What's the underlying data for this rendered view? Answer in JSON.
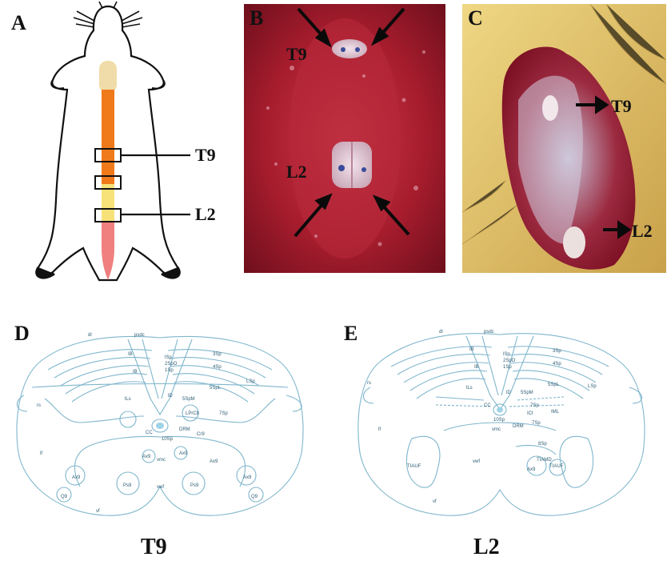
{
  "panels": {
    "a": {
      "letter": "A",
      "labels": [
        "T9",
        "L2"
      ]
    },
    "b": {
      "letter": "B",
      "labels": [
        "T9",
        "L2"
      ]
    },
    "c": {
      "letter": "C",
      "labels": [
        "T9",
        "L2"
      ]
    },
    "d": {
      "letter": "D",
      "caption": "T9"
    },
    "e": {
      "letter": "E",
      "caption": "L2"
    }
  },
  "atlas_t9": {
    "labels": [
      "dl",
      "psdc",
      "lSp",
      "2SpO",
      "1Sp",
      "3Sp",
      "4Sp",
      "5SpL",
      "LSp",
      "IB",
      "IB",
      "lLs",
      "lD",
      "5SpM",
      "LPrCb",
      "7Sp",
      "CC",
      "10Sp",
      "DRM",
      "Cr9",
      "Ax9",
      "Ax9",
      "Ps9",
      "Ax9",
      "Ps9",
      "Ax9",
      "Ax9",
      "Q9",
      "Q9",
      "vmc",
      "vwf",
      "lf",
      "vf",
      "rs"
    ]
  },
  "atlas_l2": {
    "labels": [
      "dl",
      "psdc",
      "lSp",
      "2SpO",
      "1Sp",
      "3Sp",
      "4Sp",
      "5SpL",
      "LSp",
      "IB",
      "IB",
      "lLs",
      "lD",
      "5SpM",
      "7Sp",
      "10Sp",
      "CC",
      "ICl",
      "IML",
      "DRM",
      "8Sp",
      "7Sp",
      "TIAMD",
      "TIAUF",
      "TIAUF",
      "Ax9",
      "vmc",
      "vwf",
      "lf",
      "vf",
      "rs"
    ]
  },
  "colors": {
    "cord_cervical": "#f0dca8",
    "cord_thoracic": "#f07a1a",
    "cord_lumbar": "#f7e27a",
    "cord_sacral": "#f07f7f",
    "atlas_line": "#7fb6cc",
    "atlas_cc": "#9ed3e6",
    "tissue_red": "#a8192b",
    "fur_yellow": "#e7c55a",
    "dura_blue": "#3a4b9a"
  }
}
